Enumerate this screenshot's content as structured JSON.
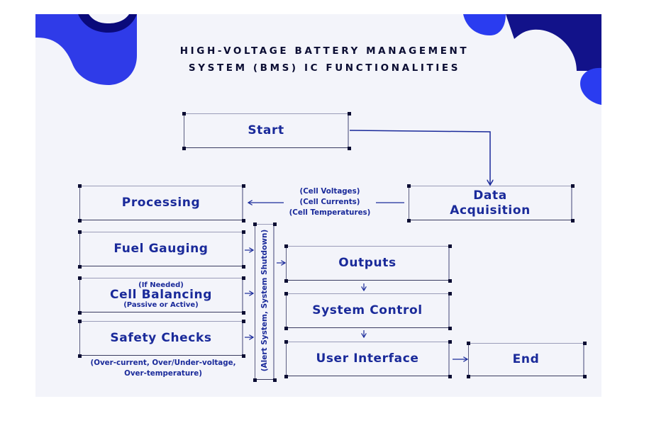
{
  "title": {
    "line1": "HIGH-VOLTAGE BATTERY MANAGEMENT",
    "line2": "SYSTEM (BMS) IC FUNCTIONALITIES"
  },
  "colors": {
    "background": "#f3f4fa",
    "accent_blue": "#2a3cf0",
    "dark_navy": "#0a0a7a",
    "node_text": "#1a2a9a",
    "title_text": "#0b0d33"
  },
  "nodes": {
    "start": {
      "label": "Start"
    },
    "data_acquisition": {
      "label_line1": "Data",
      "label_line2": "Acquisition"
    },
    "processing": {
      "label": "Processing"
    },
    "fuel_gauging": {
      "label": "Fuel Gauging"
    },
    "cell_balancing": {
      "label": "Cell Balancing",
      "top_note": "(If Needed)",
      "bottom_note": "(Passive or Active)"
    },
    "safety_checks": {
      "label": "Safety Checks",
      "note_line1": "(Over-current, Over/Under-voltage,",
      "note_line2": "Over-temperature)"
    },
    "alert": {
      "label": "(Alert System, System Shutdown)"
    },
    "outputs": {
      "label": "Outputs"
    },
    "system_control": {
      "label": "System Control"
    },
    "user_interface": {
      "label": "User Interface"
    },
    "end": {
      "label": "End"
    }
  },
  "edge_labels": {
    "acquisition_to_processing": [
      "(Cell Voltages)",
      "(Cell Currents)",
      "(Cell Temperatures)"
    ]
  },
  "edges": [
    {
      "from": "Start",
      "to": "Data Acquisition"
    },
    {
      "from": "Data Acquisition",
      "to": "Processing"
    },
    {
      "from": "Fuel Gauging",
      "to": "Alert System, System Shutdown"
    },
    {
      "from": "Cell Balancing",
      "to": "Alert System, System Shutdown"
    },
    {
      "from": "Safety Checks",
      "to": "Alert System, System Shutdown"
    },
    {
      "from": "Alert System, System Shutdown",
      "to": "Outputs"
    },
    {
      "from": "Outputs",
      "to": "System Control"
    },
    {
      "from": "System Control",
      "to": "User Interface"
    },
    {
      "from": "User Interface",
      "to": "End"
    }
  ]
}
